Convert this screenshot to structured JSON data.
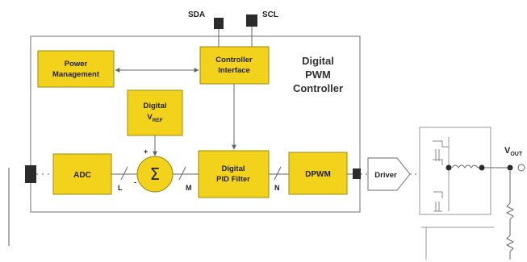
{
  "pins": {
    "sda": "SDA",
    "scl": "SCL"
  },
  "controller_title": {
    "line1": "Digital",
    "line2": "PWM",
    "line3": "Controller"
  },
  "blocks": {
    "power_management": {
      "line1": "Power",
      "line2": "Management"
    },
    "controller_interface": {
      "line1": "Controller",
      "line2": "Interface"
    },
    "vref": {
      "line1": "Digital",
      "line2": "V",
      "sub": "REF"
    },
    "adc": "ADC",
    "pid": {
      "line1": "Digital",
      "line2": "PID Filter"
    },
    "dpwm": "DPWM",
    "driver": "Driver",
    "sum_symbol": "Σ"
  },
  "bus_widths": {
    "l": "L",
    "m": "M",
    "n": "N"
  },
  "signs": {
    "plus": "+",
    "minus": "-"
  },
  "output": {
    "label": "V",
    "sub": "OUT"
  },
  "colors": {
    "block_fill": "#f2d21a",
    "block_stroke": "#9a8a10",
    "pin_fill": "#2b2b2b",
    "line": "#666666"
  }
}
